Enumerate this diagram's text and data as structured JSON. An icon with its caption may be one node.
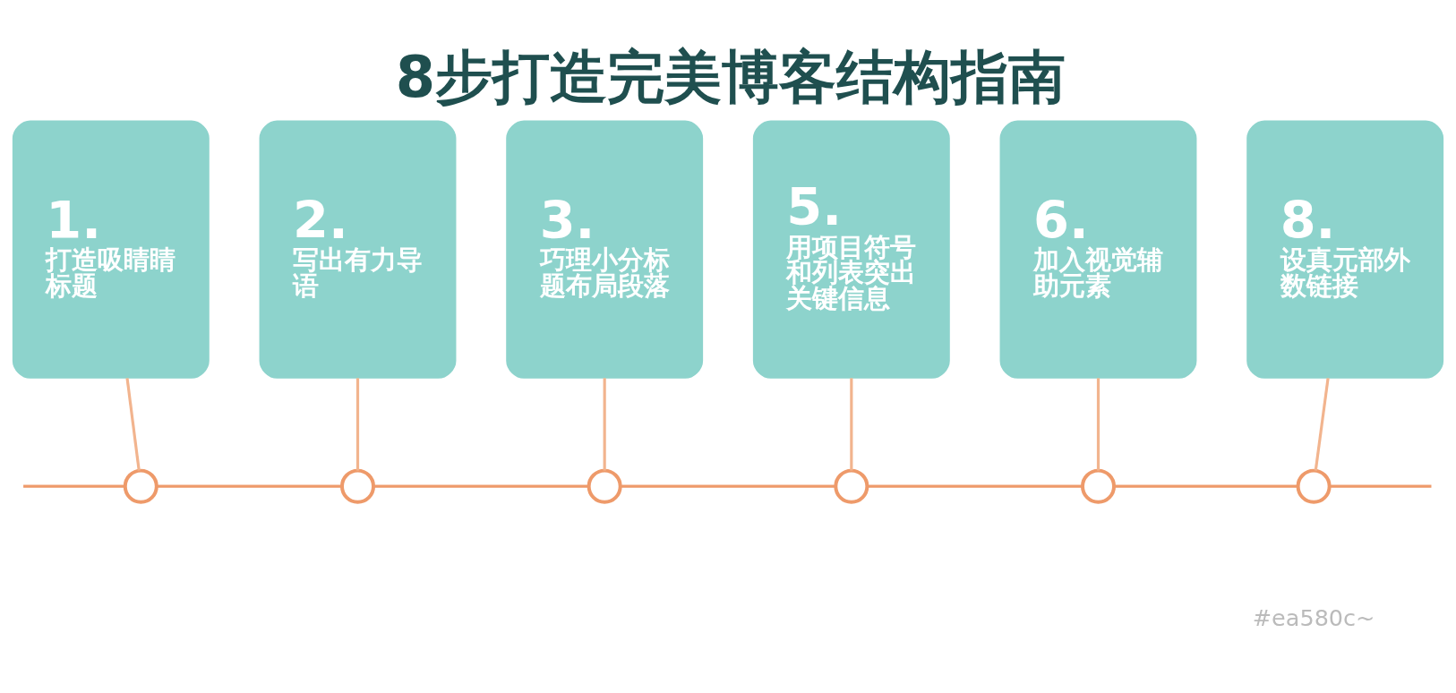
{
  "diagram": {
    "title": "8步打造完美博客结构指南",
    "nodes": [
      {
        "text": [
          "1.",
          "打造吸睛睛标题"
        ]
      },
      {
        "text": [
          "2.",
          "写出有力导语"
        ]
      },
      {
        "text": [
          "3.",
          "巧理小分标题布局段落"
        ]
      },
      {
        "text": [
          "5.",
          "用项目符号和列表突出关键信息"
        ]
      },
      {
        "text": [
          "6.",
          "加入视觉辅助元素"
        ]
      },
      {
        "text": [
          "8.",
          "设真元部外数链接"
        ]
      },
      {
        "text": [],
        "shape": "circle"
      },
      {
        "text": [],
        "shape": "circle"
      },
      {
        "text": [],
        "shape": "circle"
      },
      {
        "text": [],
        "shape": "circle"
      },
      {
        "text": [],
        "shape": "circle"
      },
      {
        "text": [],
        "shape": "circle"
      }
    ],
    "edges": [
      {
        "from": 0,
        "to": 6,
        "arrow": "none"
      },
      {
        "from": 1,
        "to": 7,
        "arrow": "none"
      },
      {
        "from": 2,
        "to": 8,
        "arrow": "none"
      },
      {
        "from": 3,
        "to": 9,
        "arrow": "none"
      },
      {
        "from": 4,
        "to": 10,
        "arrow": "none"
      },
      {
        "from": 5,
        "to": 11,
        "arrow": "none"
      },
      {
        "from": null,
        "to": 6,
        "arrow": "none",
        "color": "#ee9a6a"
      },
      {
        "from": 6,
        "to": 7,
        "arrow": "none",
        "color": "#ee9a6a"
      },
      {
        "from": 7,
        "to": 8,
        "arrow": "none",
        "color": "#ee9a6a"
      },
      {
        "from": 8,
        "to": 9,
        "arrow": "none",
        "color": "#ee9a6a"
      },
      {
        "from": 9,
        "to": 10,
        "arrow": "none",
        "color": "#ee9a6a"
      },
      {
        "from": 10,
        "to": 11,
        "arrow": "none",
        "color": "#ee9a6a"
      },
      {
        "from": 11,
        "to": null,
        "arrow": "none",
        "color": "#ee9a6a"
      }
    ],
    "labels": [
      "#ea580c~"
    ]
  }
}
